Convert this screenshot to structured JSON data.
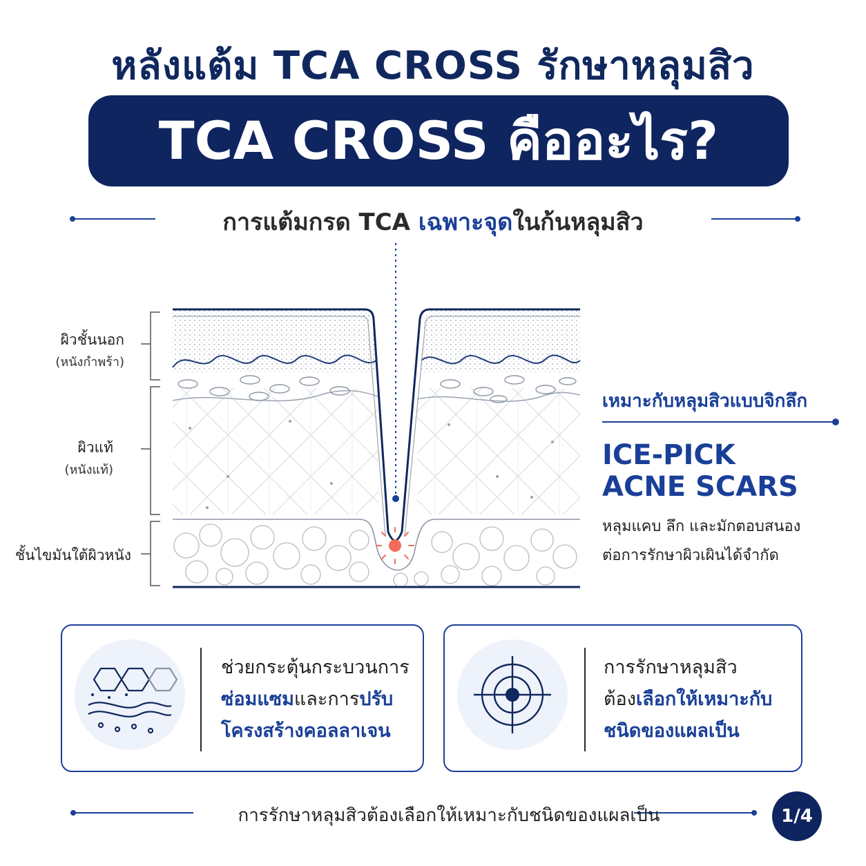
{
  "header": {
    "headline": "หลังแต้ม TCA CROSS รักษาหลุมสิว",
    "pill_title": "TCA CROSS คืออะไร?",
    "subtitle_part1": "การแต้มกรด TCA ",
    "subtitle_highlight": "เฉพาะจุด",
    "subtitle_part2": "ในก้นหลุมสิว"
  },
  "skin_layers": {
    "epidermis": "ผิวชั้นนอก",
    "epidermis_sub": "(หนังกำพร้า)",
    "dermis": "ผิวแท้",
    "dermis_sub": "(หนังแท้)",
    "subcutaneous": "ชั้นไขมันใต้ผิวหนัง"
  },
  "scar_info": {
    "heading": "เหมาะกับหลุมสิวแบบจิกลึก",
    "title_line1": "ICE-PICK",
    "title_line2": "ACNE SCARS",
    "desc_line1": "หลุมแคบ ลึก และมักตอบสนอง",
    "desc_line2": "ต่อการรักษาผิวเผินได้จำกัด"
  },
  "card_left": {
    "icon": "collagen-structure-icon",
    "line1": "ช่วยกระตุ้นกระบวนการ",
    "line2_highlight": "ซ่อมแซม",
    "line2_mid": "และการ",
    "line2_highlight2": "ปรับ",
    "line3_highlight": "โครงสร้างคอลลาเจน"
  },
  "card_right": {
    "icon": "target-icon",
    "line1": "การรักษาหลุมสิว",
    "line2_start": "ต้อง",
    "line2_highlight": "เลือกให้เหมาะกับ",
    "line3_highlight": "ชนิดของแผลเป็น"
  },
  "footer": {
    "text": "การรักษาหลุมสิวต้องเลือกให้เหมาะกับชนิดของแผลเป็น",
    "page_label": "1/4"
  },
  "colors": {
    "navy": "#0f2560",
    "accent_blue": "#1a3f98",
    "treatment_dot": "#f26b5b"
  }
}
